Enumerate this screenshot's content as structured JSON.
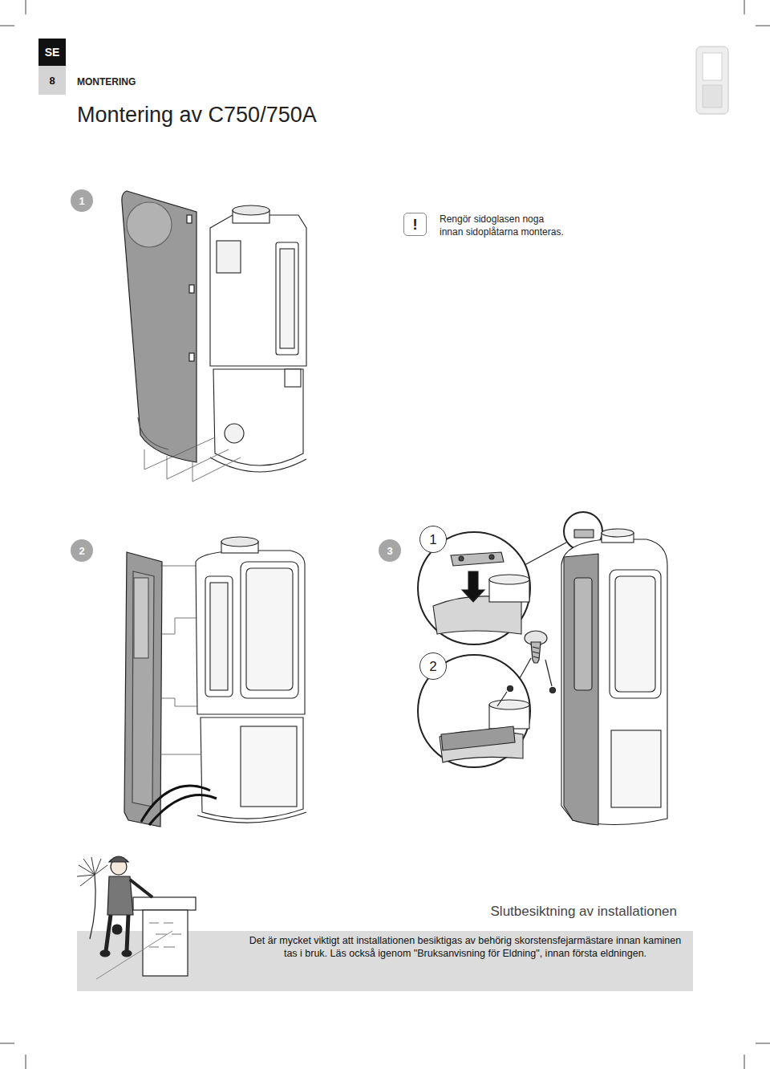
{
  "diagram": {
    "title": "Montering av C750/750A",
    "nodes": [
      {
        "text": [
          "SE"
        ]
      },
      {
        "text": [
          "8"
        ]
      },
      {
        "text": [
          "1"
        ]
      },
      {
        "text": [
          "!"
        ]
      },
      {
        "text": [
          "2"
        ]
      },
      {
        "text": [
          "3"
        ]
      },
      {
        "text": [
          "1"
        ]
      },
      {
        "text": [
          "2"
        ]
      },
      {
        "text": [
          "Slutbesiktning av installationen",
          "Det är mycket viktigt att installationen besiktigas av behörig skorstensfejarmästare innan kaminen tas i bruk. Läs också igenom \"Bruksanvisning för Eldning\", innan första eldningen."
        ]
      }
    ],
    "labels": [
      "MONTERING",
      "Rengör sidoglasen noga innan sidoplåtarna monteras."
    ]
  }
}
